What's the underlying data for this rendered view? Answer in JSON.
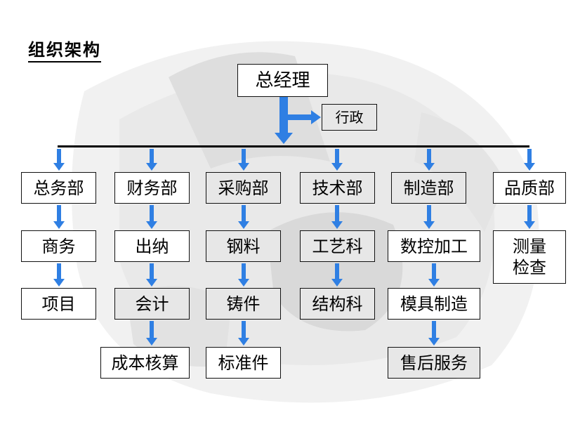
{
  "title": "组织架构",
  "colors": {
    "arrow": "#2f7fe3",
    "line": "#000000",
    "box_border": "#111111"
  },
  "ceo": "总经理",
  "admin": "行政",
  "departments": [
    {
      "name": "总务部",
      "items": [
        "商务",
        "项目"
      ]
    },
    {
      "name": "财务部",
      "items": [
        "出纳",
        "会计",
        "成本核算"
      ]
    },
    {
      "name": "采购部",
      "items": [
        "钢料",
        "铸件",
        "标准件"
      ]
    },
    {
      "name": "技术部",
      "items": [
        "工艺科",
        "结构科"
      ]
    },
    {
      "name": "制造部",
      "items": [
        "数控加工",
        "模具制造",
        "售后服务"
      ]
    },
    {
      "name": "品质部",
      "items": [
        "测量\n检查"
      ]
    }
  ]
}
